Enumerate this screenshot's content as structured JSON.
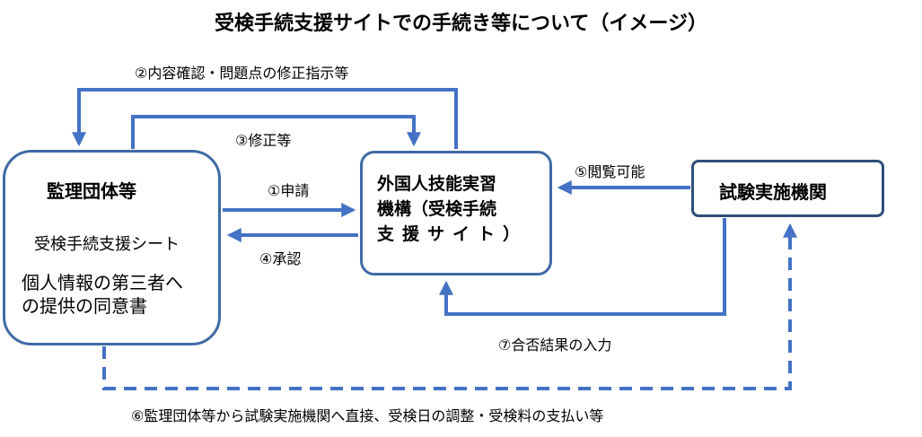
{
  "title": "受検手続支援サイトでの手続き等について（イメージ）",
  "nodes": {
    "kanri": {
      "name": "監理団体等",
      "item1": "受検手続支援シート",
      "item2_line1": "個人情報の第三者へ",
      "item2_line2": "の提供の同意書"
    },
    "kiko": {
      "line1": "外国人技能実習",
      "line2": "機構（受検手続",
      "line3": "支援サイト）"
    },
    "shiken": {
      "name": "試験実施機関"
    }
  },
  "edges": {
    "e1": "①申請",
    "e2": "②内容確認・問題点の修正指示等",
    "e3": "③修正等",
    "e4": "④承認",
    "e5": "⑤閲覧可能",
    "e6": "⑥監理団体等から試験実施機関へ直接、受検日の調整・受検料の支払い等",
    "e7": "⑦合否結果の入力"
  },
  "colors": {
    "arrow": "#4472c4",
    "box_border": "#3f6aa5",
    "box_border_dark": "#2f4f7a"
  }
}
